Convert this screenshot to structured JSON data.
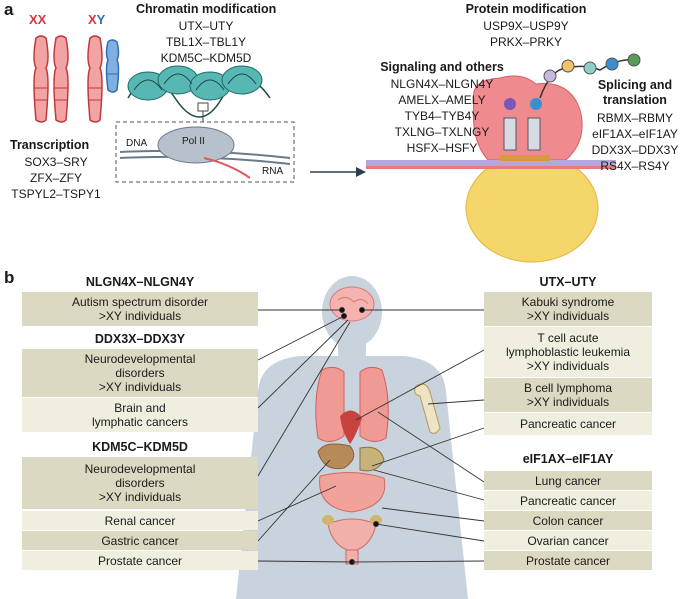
{
  "panel_a": {
    "label": "a",
    "chrom_xx": "XX",
    "chrom_x": "X",
    "chrom_y": "Y",
    "chromatin": {
      "title": "Chromatin modification",
      "pairs": [
        "UTX–UTY",
        "TBL1X–TBL1Y",
        "KDM5C–KDM5D"
      ]
    },
    "transcription": {
      "title": "Transcription",
      "pairs": [
        "SOX3–SRY",
        "ZFX–ZFY",
        "TSPYL2–TSPY1"
      ]
    },
    "inset": {
      "dna": "DNA",
      "pol": "Pol II",
      "rna": "RNA"
    },
    "protein": {
      "title": "Protein modification",
      "pairs": [
        "USP9X–USP9Y",
        "PRKX–PRKY"
      ]
    },
    "signaling": {
      "title": "Signaling and others",
      "pairs": [
        "NLGN4X–NLGN4Y",
        "AMELX–AMELY",
        "TYB4–TYB4Y",
        "TXLNG–TXLNGY",
        "HSFX–HSFY"
      ]
    },
    "splicing": {
      "title": "Splicing and translation",
      "title_line1": "Splicing and",
      "title_line2": "translation",
      "pairs": [
        "RBMX–RBMY",
        "eIF1AX–eIF1AY",
        "DDX3X–DDX3Y",
        "RS4X–RS4Y"
      ]
    }
  },
  "panel_b": {
    "label": "b",
    "left": [
      {
        "gene": "NLGN4X–NLGN4Y",
        "boxes": [
          {
            "lines": [
              "Autism spectrum disorder",
              ">XY individuals"
            ],
            "tone": "dark"
          }
        ]
      },
      {
        "gene": "DDX3X–DDX3Y",
        "boxes": [
          {
            "lines": [
              "Neurodevelopmental",
              "disorders",
              ">XY individuals"
            ],
            "tone": "dark"
          },
          {
            "lines": [
              "Brain and",
              "lymphatic cancers"
            ],
            "tone": "light"
          }
        ]
      },
      {
        "gene": "KDM5C–KDM5D",
        "boxes": [
          {
            "lines": [
              "Neurodevelopmental",
              "disorders",
              ">XY individuals"
            ],
            "tone": "dark"
          },
          {
            "lines": [
              "Renal cancer"
            ],
            "tone": "light"
          },
          {
            "lines": [
              "Gastric cancer"
            ],
            "tone": "dark"
          },
          {
            "lines": [
              "Prostate cancer"
            ],
            "tone": "light"
          }
        ]
      }
    ],
    "right": [
      {
        "gene": "UTX–UTY",
        "boxes": [
          {
            "lines": [
              "Kabuki syndrome",
              ">XY individuals"
            ],
            "tone": "dark"
          },
          {
            "lines": [
              "T cell acute",
              "lymphoblastic leukemia",
              ">XY individuals"
            ],
            "tone": "light"
          },
          {
            "lines": [
              "B cell lymphoma",
              ">XY individuals"
            ],
            "tone": "dark"
          },
          {
            "lines": [
              "Pancreatic cancer"
            ],
            "tone": "light"
          }
        ]
      },
      {
        "gene": "eIF1AX–eIF1AY",
        "boxes": [
          {
            "lines": [
              "Lung cancer"
            ],
            "tone": "dark"
          },
          {
            "lines": [
              "Pancreatic cancer"
            ],
            "tone": "light"
          },
          {
            "lines": [
              "Colon cancer"
            ],
            "tone": "dark"
          },
          {
            "lines": [
              "Ovarian cancer"
            ],
            "tone": "light"
          },
          {
            "lines": [
              "Prostate cancer"
            ],
            "tone": "dark"
          }
        ]
      }
    ]
  },
  "colors": {
    "x_red": "#d9363e",
    "y_blue": "#2f6db5",
    "nucleosome": "#57b7b3",
    "ribosome_pink": "#ef8b8f",
    "ribosome_yellow": "#f4d66b",
    "body": "#c9d3de",
    "box_dark": "#dcd9c2",
    "box_light": "#efeedf"
  }
}
